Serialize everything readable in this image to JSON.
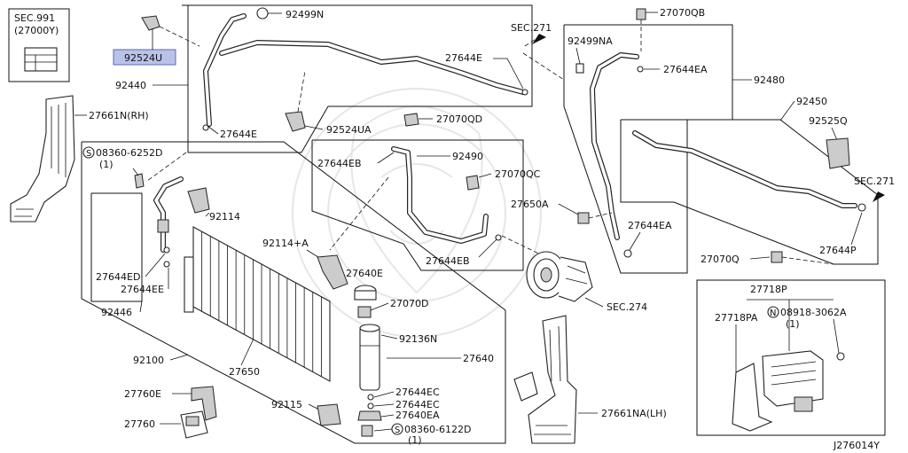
{
  "diagram_id": "J276014Y",
  "sec_box": {
    "title": "SEC.991",
    "sub": "(27000Y)"
  },
  "labels": {
    "p92524U": "92524U",
    "p92440": "92440",
    "p92499N": "92499N",
    "p27644E_top": "27644E",
    "p27644E_left": "27644E",
    "sec271_top": "SEC.271",
    "p92499NA": "92499NA",
    "p27070QB": "27070QB",
    "p27644EA_top": "27644EA",
    "p92480": "92480",
    "p92450": "92450",
    "p92525Q": "92525Q",
    "sec271_right": "SEC.271",
    "p27661N": "27661N(RH)",
    "p08360_6252D": "08360-6252D",
    "p08360_6252D_qty": "(1)",
    "p92524UA": "92524UA",
    "p27070QD": "27070QD",
    "p27644EB_top": "27644EB",
    "p92490": "92490",
    "p27070QC": "27070QC",
    "p27650A": "27650A",
    "p27644EA_mid": "27644EA",
    "p92114": "92114",
    "p92114A": "92114+A",
    "p27644EB_bot": "27644EB",
    "p27070Q": "27070Q",
    "p27644P": "27644P",
    "p27644ED": "27644ED",
    "p27644EE": "27644EE",
    "p92446": "92446",
    "p27640E": "27640E",
    "p27070D": "27070D",
    "sec274": "SEC.274",
    "p27718P": "27718P",
    "p27718PA": "27718PA",
    "p08918_3062A": "08918-3062A",
    "p08918_3062A_qty": "(1)",
    "p92100": "92100",
    "p27650": "27650",
    "p92136N": "92136N",
    "p27640": "27640",
    "p27644EC_1": "27644EC",
    "p27644EC_2": "27644EC",
    "p27640EA": "27640EA",
    "p92115": "92115",
    "p08360_6122D": "08360-6122D",
    "p08360_6122D_qty": "(1)",
    "p27760E": "27760E",
    "p27760": "27760",
    "p27661NA": "27661NA(LH)"
  },
  "highlight_color": "#b9c3ea"
}
